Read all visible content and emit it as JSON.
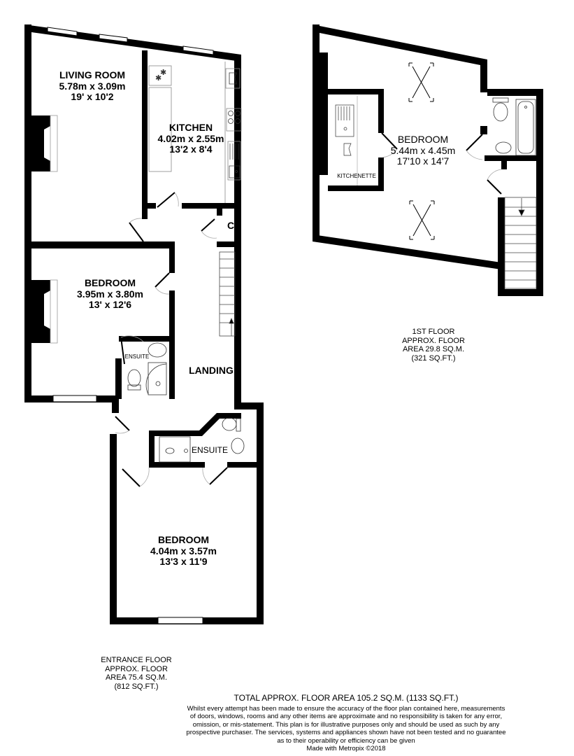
{
  "entrance_floor": {
    "rooms": [
      {
        "name": "LIVING ROOM",
        "metric": "5.78m x 3.09m",
        "imperial": "19' x 10'2"
      },
      {
        "name": "KITCHEN",
        "metric": "4.02m x 2.55m",
        "imperial": "13'2 x 8'4"
      },
      {
        "name": "BEDROOM",
        "metric": "3.95m x 3.80m",
        "imperial": "13' x 12'6"
      },
      {
        "name": "BEDROOM",
        "metric": "4.04m x 3.57m",
        "imperial": "13'3 x 11'9"
      }
    ],
    "labels": {
      "cupboard": "C",
      "landing": "LANDING",
      "ensuite_small": "ENSUITE",
      "ensuite_large": "ENSUITE"
    },
    "area_lines": [
      "ENTRANCE FLOOR",
      "APPROX. FLOOR",
      "AREA 75.4 SQ.M.",
      "(812 SQ.FT.)"
    ]
  },
  "first_floor": {
    "rooms": [
      {
        "name": "BEDROOM",
        "metric": "5.44m x 4.45m",
        "imperial": "17'10 x 14'7"
      }
    ],
    "labels": {
      "kitchenette": "KITCHENETTE"
    },
    "area_lines": [
      "1ST FLOOR",
      "APPROX. FLOOR",
      "AREA 29.8 SQ.M.",
      "(321 SQ.FT.)"
    ]
  },
  "footer": {
    "total": "TOTAL APPROX. FLOOR AREA 105.2 SQ.M. (1133 SQ.FT.)",
    "disclaimer_lines": [
      "Whilst every attempt has been made to ensure the accuracy of the floor plan contained here, measurements",
      "of doors, windows, rooms and any other items are approximate and no responsibility is taken for any error,",
      "omission, or mis-statement. This plan is for illustrative purposes only and should be used as such by any",
      "prospective purchaser. The services, systems and appliances shown have not been tested and no guarantee",
      "as to their operability or efficiency can be given"
    ],
    "credit": "Made with Metropix ©2018"
  },
  "icons": [
    "skylight-icon",
    "toilet-icon",
    "basin-icon",
    "bath-icon",
    "shower-icon",
    "sink-icon",
    "hob-icon",
    "fridge-icon",
    "washing-machine-icon",
    "fireplace-icon",
    "stairs-icon",
    "door-icon",
    "window-icon"
  ]
}
